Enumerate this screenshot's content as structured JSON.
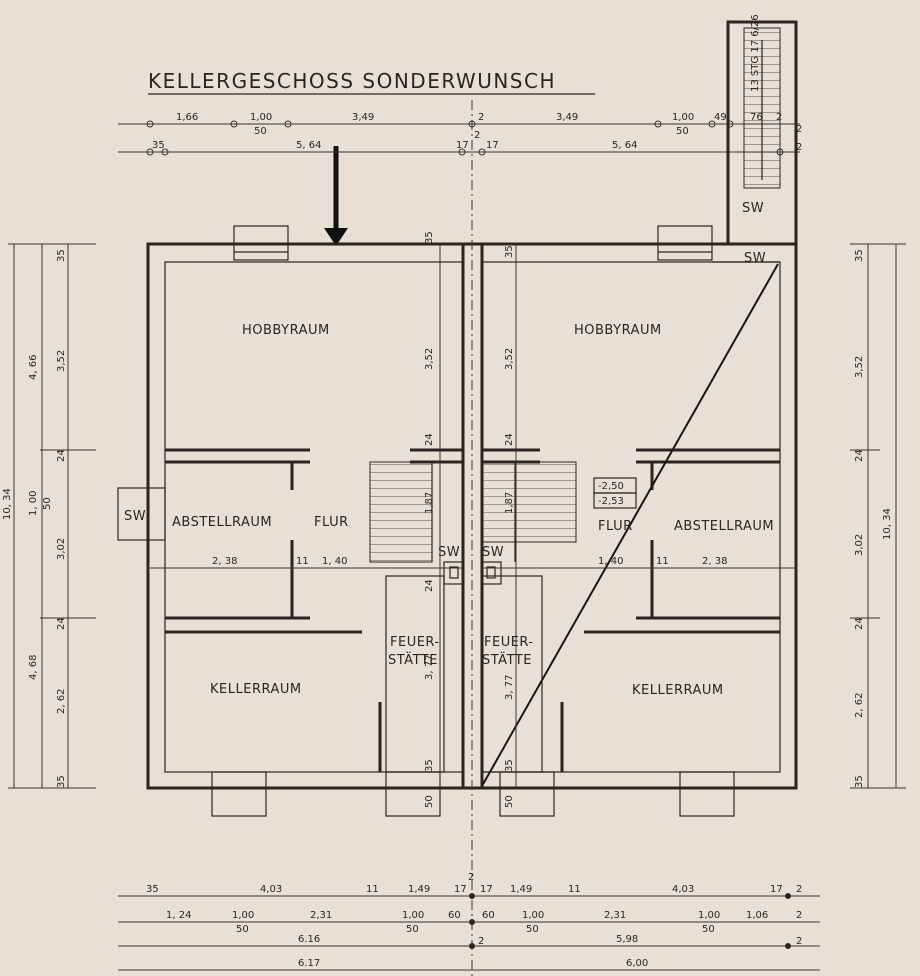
{
  "title": "KELLERGESCHOSS SONDERWUNSCH",
  "rooms": {
    "left": {
      "hobby": "HOBBYRAUM",
      "storage": "ABSTELLRAUM",
      "hall": "FLUR",
      "cellar": "KELLERRAUM",
      "boiler_1": "FEUER-",
      "boiler_2": "STÄTTE",
      "sw_ext": "SW",
      "sw_chimney": "SW"
    },
    "right": {
      "hobby": "HOBBYRAUM",
      "storage": "ABSTELLRAUM",
      "hall": "FLUR",
      "cellar": "KELLERRAUM",
      "boiler_1": "FEUER-",
      "boiler_2": "STÄTTE",
      "sw_stair_top": "SW",
      "sw_stair": "SW",
      "sw_chimney": "SW"
    }
  },
  "levels": {
    "l1": "-2,50",
    "l2": "-2,53"
  },
  "stair_note": "13 STG 17 6/26",
  "top_dims": {
    "row1": [
      "1,66",
      "1,00",
      "3,49",
      "2",
      "3,49",
      "1,00",
      "49",
      "76",
      "2",
      "2"
    ],
    "row1_sub": [
      "50",
      "50",
      "2"
    ],
    "row2": [
      "35",
      "5, 64",
      "17",
      "17",
      "5, 64",
      "2"
    ]
  },
  "bottom_dims": {
    "row1": [
      "35",
      "4,03",
      "11",
      "1,49",
      "17",
      "2",
      "17",
      "1,49",
      "11",
      "4,03",
      "17",
      "2"
    ],
    "row2": [
      "1, 24",
      "1,00",
      "2,31",
      "1,00",
      "60",
      "60",
      "1,00",
      "2,31",
      "1,00",
      "1,06",
      "2"
    ],
    "row2_sub": [
      "50",
      "50",
      "50",
      "50"
    ],
    "row3": [
      "6.16",
      "2",
      "5,98",
      "2"
    ],
    "row4": [
      "6.17",
      "6,00"
    ]
  },
  "left_dims": [
    "4, 66",
    "4, 68",
    "10, 34",
    "35",
    "3,52",
    "24",
    "1, 00",
    "50",
    "3,02",
    "24",
    "2, 62",
    "35"
  ],
  "right_dims": [
    "35",
    "3,52",
    "24",
    "3,02",
    "24",
    "2, 62",
    "35",
    "10, 34"
  ],
  "inner_dims": {
    "l_hobby_h": "3,52",
    "l_35": "35",
    "l_24": "24",
    "l_stair": "1,87",
    "l_24b": "24",
    "l_377": "3, 77",
    "l_35b": "35",
    "l_50": "50",
    "l_238": "2, 38",
    "l_11": "11",
    "l_140": "1, 40",
    "r_hobby_h": "3,52",
    "r_35": "35",
    "r_24": "24",
    "r_stair": "1,87",
    "r_377": "3, 77",
    "r_35b": "35",
    "r_50": "50",
    "r_140": "1, 40",
    "r_11": "11",
    "r_238": "2, 38"
  }
}
